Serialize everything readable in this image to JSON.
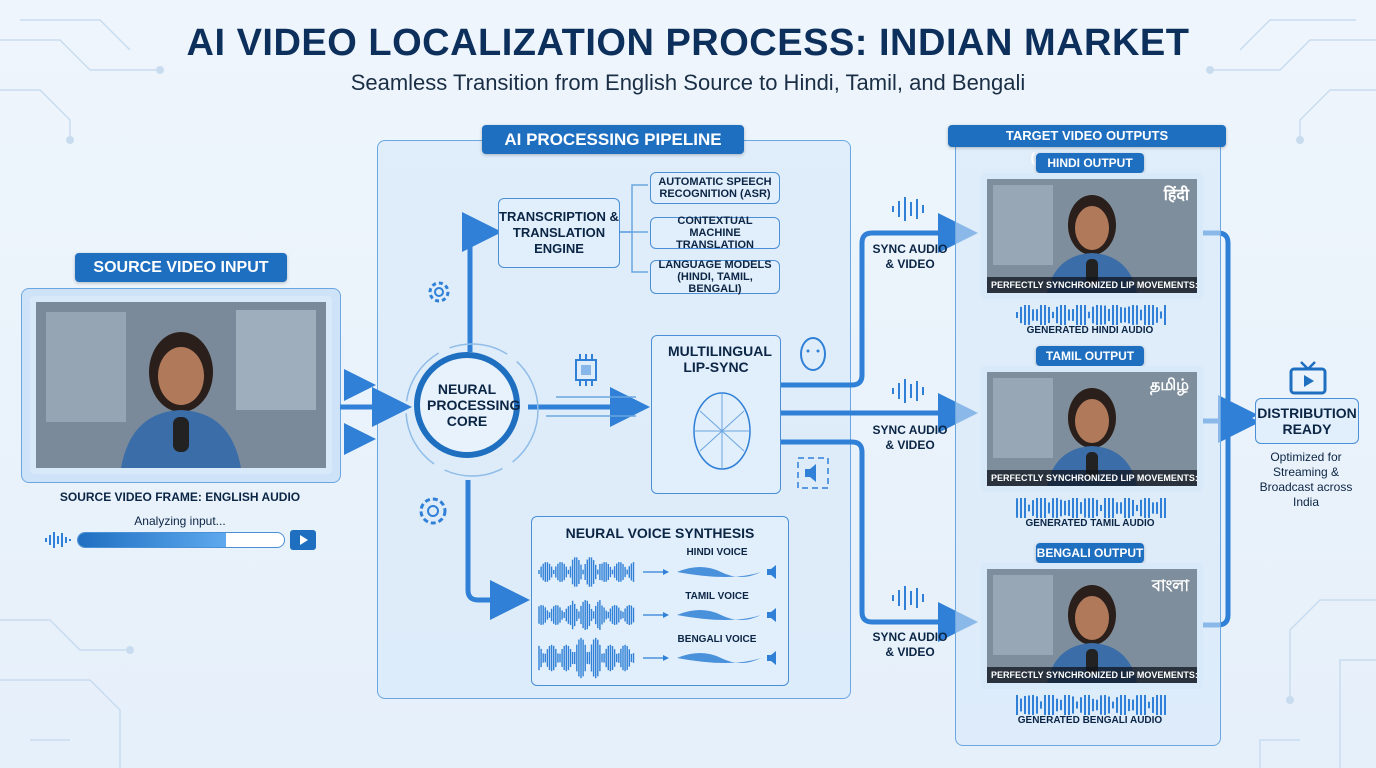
{
  "title": "AI VIDEO LOCALIZATION PROCESS: INDIAN MARKET",
  "subtitle": "Seamless Transition from English Source to Hindi, Tamil, and Bengali",
  "source": {
    "tag": "SOURCE VIDEO INPUT",
    "caption": "SOURCE VIDEO FRAME: ENGLISH AUDIO",
    "status": "Analyzing input...",
    "progress": 0.72
  },
  "pipeline": {
    "tag": "AI PROCESSING PIPELINE",
    "core": "NEURAL PROCESSING CORE",
    "transcription": "TRANSCRIPTION & TRANSLATION ENGINE",
    "subs": [
      "AUTOMATIC SPEECH RECOGNITION (ASR)",
      "CONTEXTUAL MACHINE TRANSLATION",
      "LANGUAGE MODELS (HINDI, TAMIL, BENGALI)"
    ],
    "lipsync": "MULTILINGUAL LIP-SYNC",
    "voice": {
      "title": "NEURAL VOICE SYNTHESIS",
      "rows": [
        "HINDI VOICE",
        "TAMIL VOICE",
        "BENGALI VOICE"
      ]
    }
  },
  "sync_label": "SYNC AUDIO & VIDEO",
  "outputs": {
    "tag": "TARGET VIDEO OUTPUTS (SYNCHRONIZED)",
    "items": [
      {
        "tag": "HINDI OUTPUT",
        "script": "हिंदी",
        "caption": "PERFECTLY SYNCHRONIZED LIP MOVEMENTS: HINDI",
        "audio": "GENERATED HINDI AUDIO"
      },
      {
        "tag": "TAMIL OUTPUT",
        "script": "தமிழ்",
        "caption": "PERFECTLY SYNCHRONIZED LIP MOVEMENTS: TAMIL",
        "audio": "GENERATED TAMIL AUDIO"
      },
      {
        "tag": "BENGALI OUTPUT",
        "script": "বাংলা",
        "caption": "PERFECTLY SYNCHRONIZED LIP MOVEMENTS: BENGALI",
        "audio": "GENERATED BENGALI AUDIO"
      }
    ]
  },
  "distribution": {
    "label": "DISTRIBUTION READY",
    "note": "Optimized for Streaming & Broadcast across India"
  },
  "colors": {
    "accent": "#1f6fc1",
    "line": "#2f80d6",
    "panel": "#d6e8fa"
  }
}
